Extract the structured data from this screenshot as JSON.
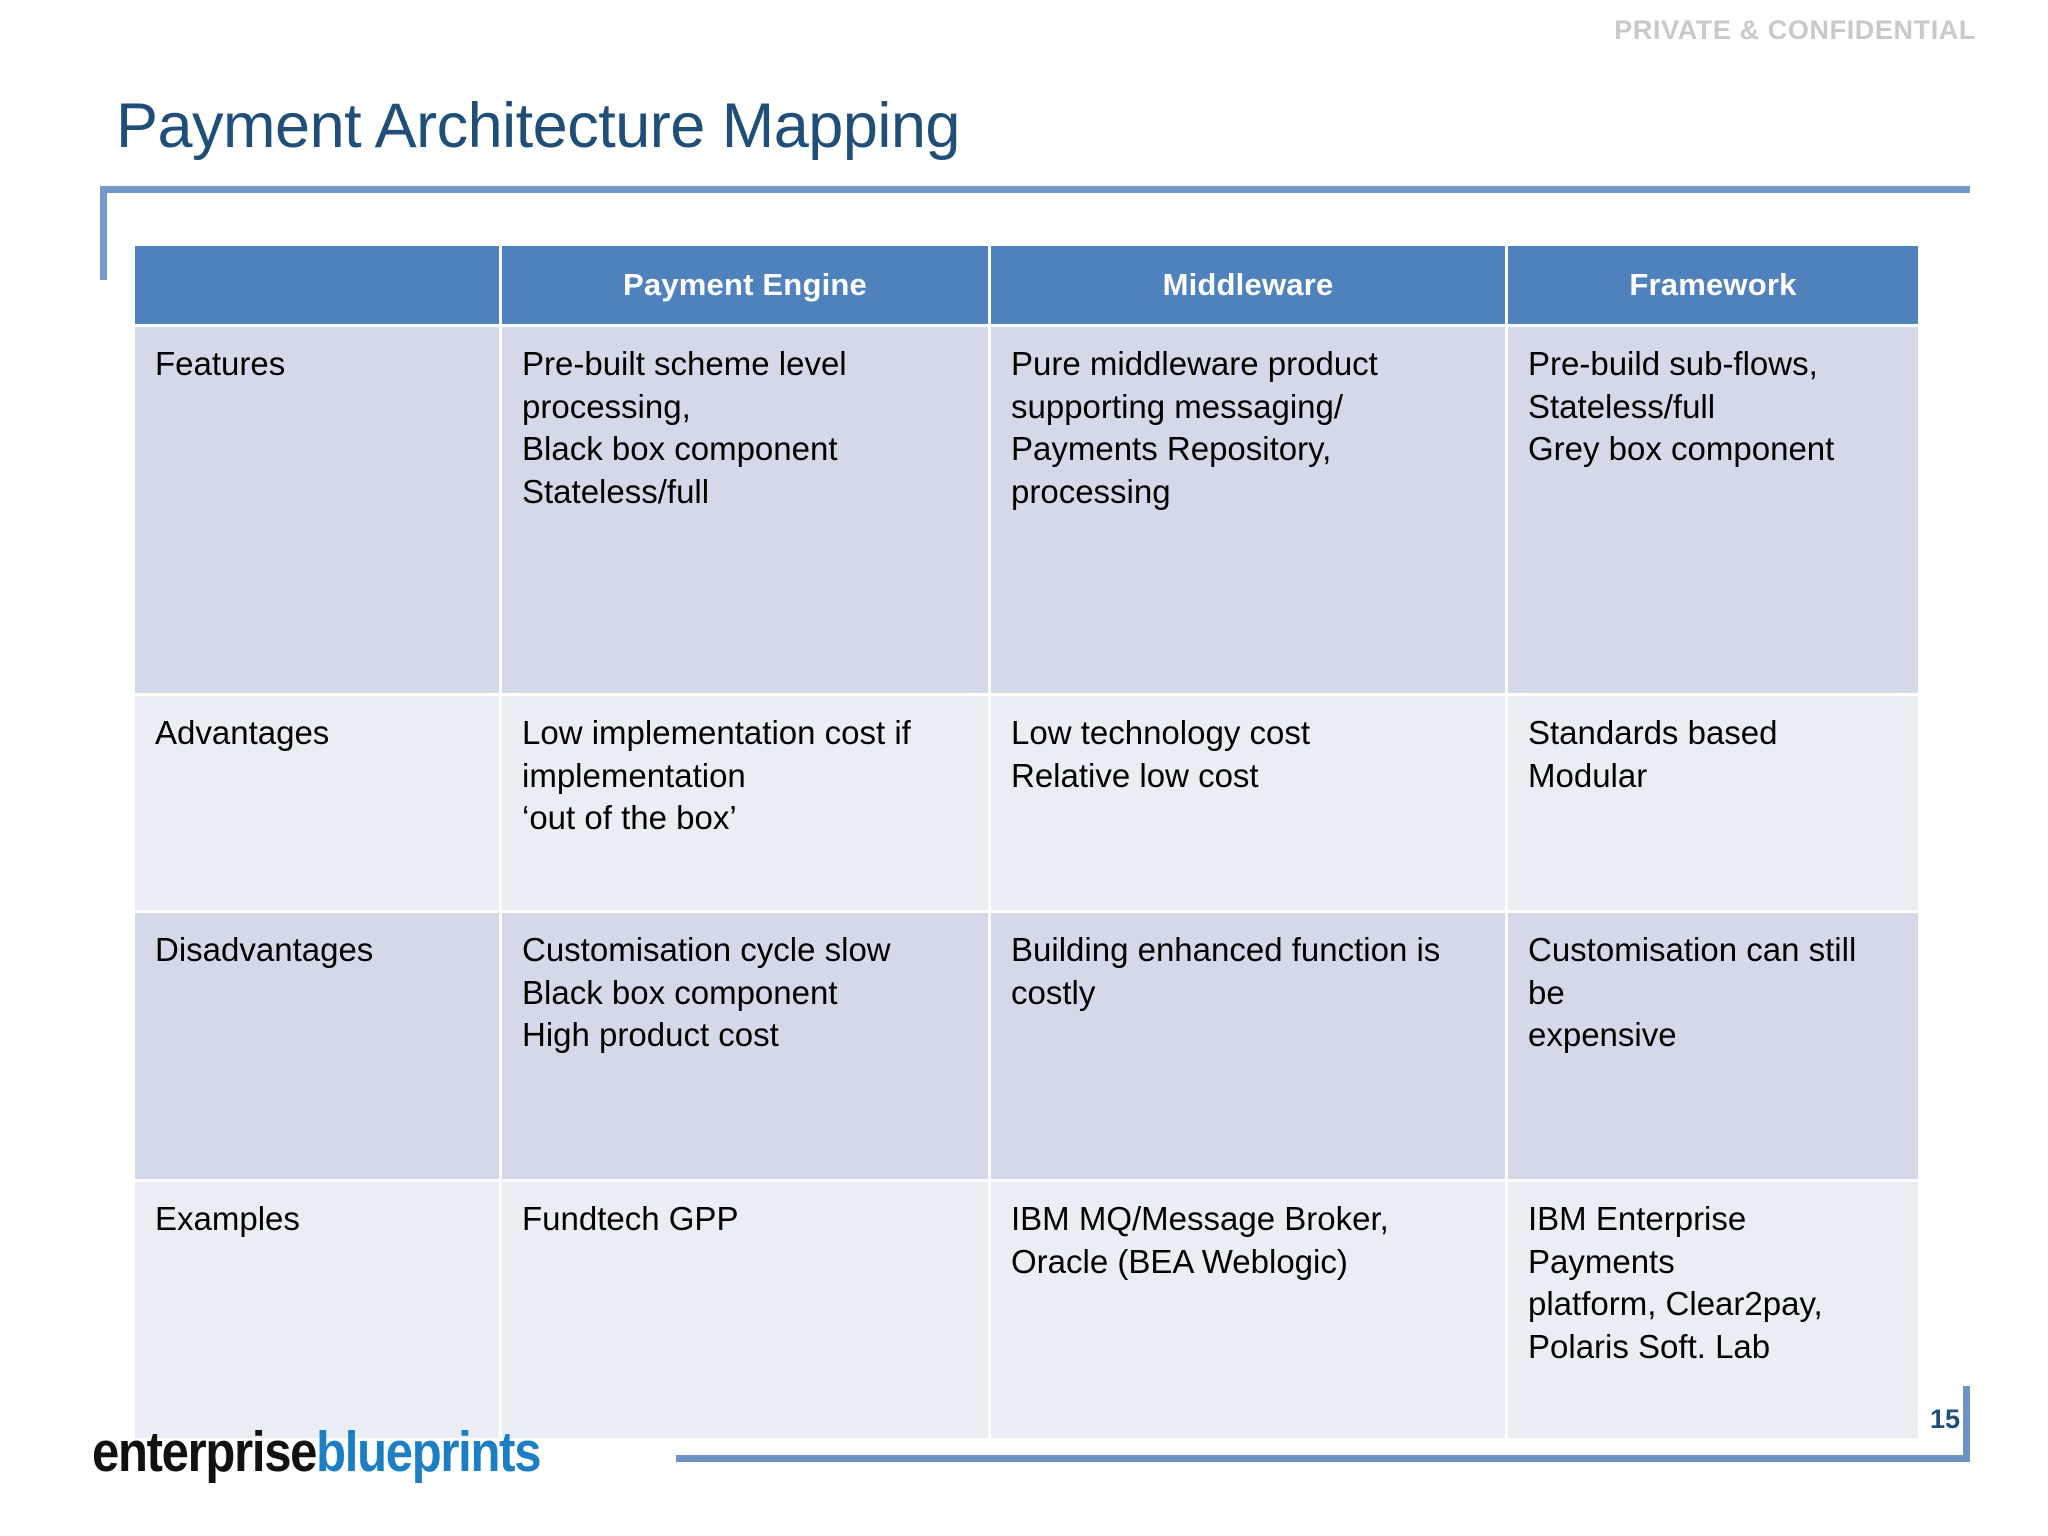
{
  "header": {
    "confidential_label": "PRIVATE & CONFIDENTIAL"
  },
  "title": "Payment Architecture Mapping",
  "table": {
    "columns": [
      "",
      "Payment Engine",
      "Middleware",
      "Framework"
    ],
    "rows": [
      {
        "label": "Features",
        "payment_engine": "Pre-built scheme level\nprocessing,\nBlack box component\nStateless/full",
        "middleware": "Pure middleware product\nsupporting messaging/\nPayments Repository,\nprocessing",
        "framework": "Pre-build sub-flows,\nStateless/full\nGrey box component"
      },
      {
        "label": "Advantages",
        "payment_engine": "Low implementation cost if\nimplementation\n‘out of the box’",
        "middleware": "Low technology cost\nRelative low cost",
        "framework": "Standards based\nModular"
      },
      {
        "label": "Disadvantages",
        "payment_engine": "Customisation cycle slow\nBlack box component\nHigh product cost",
        "middleware": "Building enhanced function is\ncostly",
        "framework": "Customisation can still be\nexpensive"
      },
      {
        "label": "Examples",
        "payment_engine": "Fundtech GPP",
        "middleware": "IBM MQ/Message Broker,\nOracle (BEA Weblogic)",
        "framework": "IBM Enterprise Payments\nplatform, Clear2pay,\nPolaris Soft. Lab"
      }
    ]
  },
  "footer": {
    "page_number": "15",
    "logo_part1": "enterprise",
    "logo_part2": "blueprints"
  },
  "colors": {
    "header_blue": "#4F81BD",
    "title_navy": "#1F4E79",
    "band_dark": "#D3D9E8",
    "band_light": "#EBEDF5",
    "rule_blue": "#7498C8",
    "logo_blue": "#1C7FC4",
    "confidential_grey": "#C9C9C9"
  }
}
